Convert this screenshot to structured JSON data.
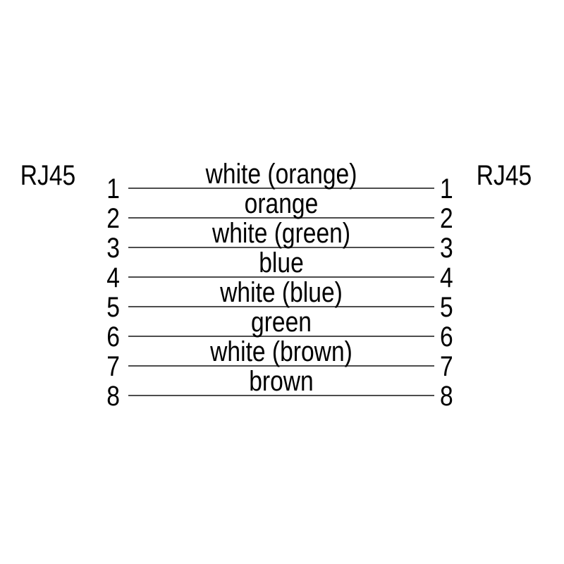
{
  "diagram": {
    "left_connector": "RJ45",
    "right_connector": "RJ45",
    "wires": [
      {
        "pin_left": "1",
        "pin_right": "1",
        "label": "white (orange)"
      },
      {
        "pin_left": "2",
        "pin_right": "2",
        "label": "orange"
      },
      {
        "pin_left": "3",
        "pin_right": "3",
        "label": "white (green)"
      },
      {
        "pin_left": "4",
        "pin_right": "4",
        "label": "blue"
      },
      {
        "pin_left": "5",
        "pin_right": "5",
        "label": "white (blue)"
      },
      {
        "pin_left": "6",
        "pin_right": "6",
        "label": "green"
      },
      {
        "pin_left": "7",
        "pin_right": "7",
        "label": "white (brown)"
      },
      {
        "pin_left": "8",
        "pin_right": "8",
        "label": "brown"
      }
    ]
  },
  "colors": {
    "background": "#ffffff",
    "text": "#000000",
    "wire_line": "#4d4d4d"
  }
}
